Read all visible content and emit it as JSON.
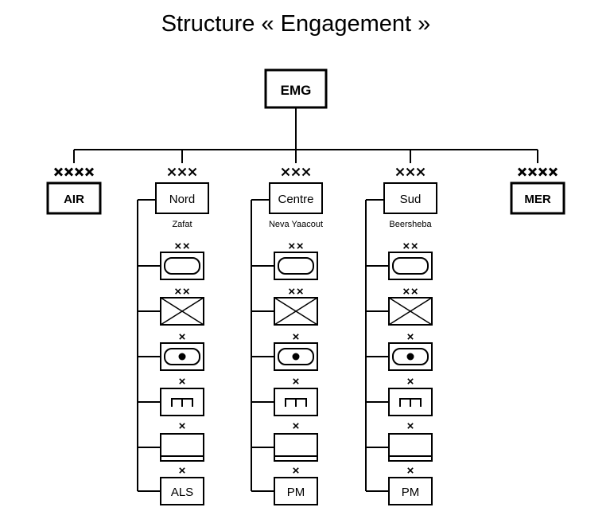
{
  "title": "Structure « Engagement »",
  "root": {
    "label": "EMG"
  },
  "top_units": [
    {
      "label": "AIR",
      "echelon": "XXXX",
      "bold": true
    },
    {
      "label": "Nord",
      "echelon": "XXX",
      "bold": false,
      "location": "Zafat"
    },
    {
      "label": "Centre",
      "echelon": "XXX",
      "bold": false,
      "location": "Neva Yaacout"
    },
    {
      "label": "Sud",
      "echelon": "XXX",
      "bold": false,
      "location": "Beersheba"
    },
    {
      "label": "MER",
      "echelon": "XXXX",
      "bold": true
    }
  ],
  "subunit_echelons": [
    "XX",
    "XX",
    "X",
    "X",
    "X",
    "X"
  ],
  "subunit_symbols": [
    "armor-icon",
    "infantry-icon",
    "mechanized-icon",
    "engineer-icon",
    "generic-unit-icon",
    "text"
  ],
  "subunit_labels": [
    "ALS",
    "PM",
    "PM"
  ],
  "colors": {
    "line": "#000000",
    "background": "#ffffff"
  }
}
